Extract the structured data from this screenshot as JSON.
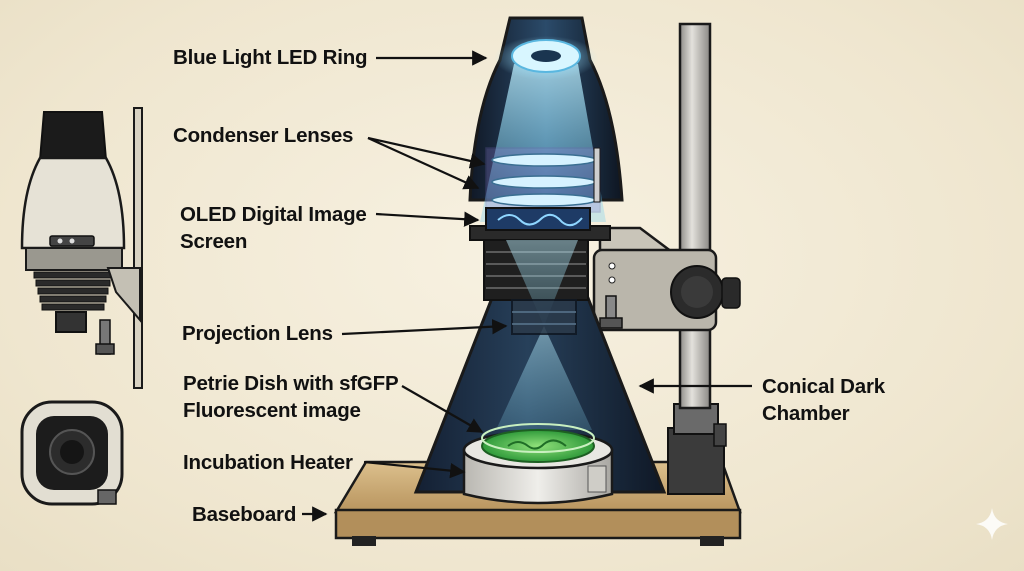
{
  "labels": {
    "blue_led_ring": "Blue Light LED Ring",
    "condenser_lenses": "Condenser Lenses",
    "oled_screen_line1": "OLED Digital Image",
    "oled_screen_line2": "Screen",
    "projection_lens": "Projection Lens",
    "petri_line1": "Petrie Dish with sfGFP",
    "petri_line2": "Fluorescent image",
    "incubation_heater": "Incubation Heater",
    "baseboard": "Baseboard",
    "conical_line1": "Conical Dark",
    "conical_line2": "Chamber"
  },
  "colors": {
    "background": "#f3ecd8",
    "outline": "#1a1a1a",
    "chamber": "#1b2533",
    "blue_light": "#7fd8ff",
    "petri_green": "#4fc24a",
    "wood": "#c9a874",
    "metal": "#c8c6c0"
  }
}
